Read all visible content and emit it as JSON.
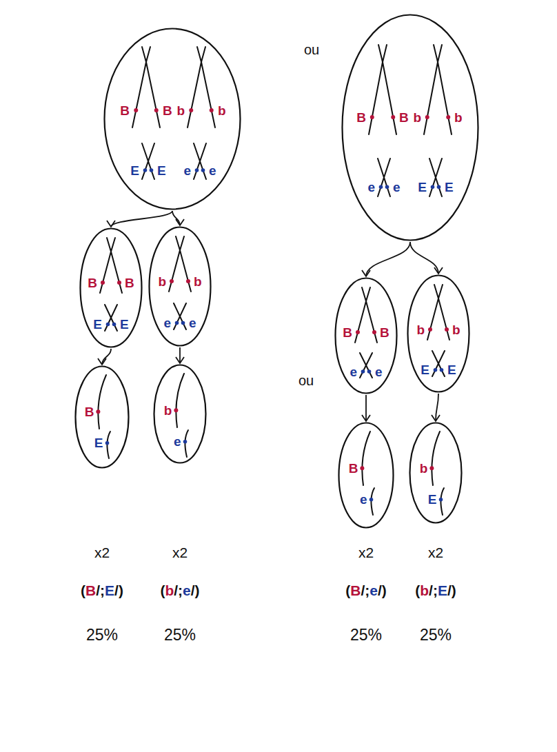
{
  "diagram": {
    "nodes": [
      {
        "text": [
          "B",
          "B",
          "b",
          "b",
          "E",
          "E",
          "e",
          "e"
        ]
      },
      {
        "text": [
          "B",
          "B",
          "b",
          "b",
          "e",
          "e",
          "E",
          "E"
        ]
      },
      {
        "text": [
          "B",
          "B",
          "E",
          "E"
        ]
      },
      {
        "text": [
          "b",
          "b",
          "e",
          "e"
        ]
      },
      {
        "text": [
          "B",
          "B",
          "e",
          "e"
        ]
      },
      {
        "text": [
          "b",
          "b",
          "E",
          "E"
        ]
      },
      {
        "text": [
          "B",
          "E"
        ]
      },
      {
        "text": [
          "b",
          "e"
        ]
      },
      {
        "text": [
          "B",
          "e"
        ]
      },
      {
        "text": [
          "b",
          "E"
        ]
      }
    ],
    "edges": [
      {
        "from": 0,
        "to": 2,
        "arrow": "to"
      },
      {
        "from": 0,
        "to": 3,
        "arrow": "to"
      },
      {
        "from": 1,
        "to": 4,
        "arrow": "to"
      },
      {
        "from": 1,
        "to": 5,
        "arrow": "to"
      },
      {
        "from": 2,
        "to": 6,
        "arrow": "to"
      },
      {
        "from": 3,
        "to": 7,
        "arrow": "to"
      },
      {
        "from": 4,
        "to": 8,
        "arrow": "to"
      },
      {
        "from": 5,
        "to": 9,
        "arrow": "to"
      }
    ],
    "labels": [
      "ou",
      "ou",
      "x2",
      "x2",
      "x2",
      "x2",
      "(B/;E/)",
      "(b/;e/)",
      "(B/;e/)",
      "(b/;E/)",
      "25%",
      "25%",
      "25%",
      "25%"
    ]
  }
}
